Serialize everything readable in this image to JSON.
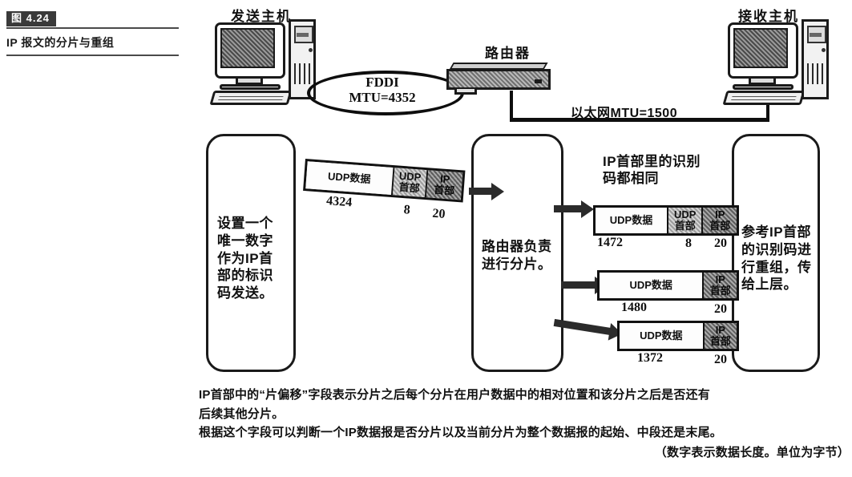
{
  "figure": {
    "badge": "图 4.24",
    "title": "IP 报文的分片与重组"
  },
  "nodes": {
    "sender_label": "发送主机",
    "router_label": "路由器",
    "receiver_label": "接收主机"
  },
  "links": {
    "fddi": "FDDI\nMTU=4352",
    "fddi_line1": "FDDI",
    "fddi_line2": "MTU=4352",
    "ethernet": "以太网MTU=1500"
  },
  "lanes": {
    "sender_note": "设置一个\n唯一数字\n作为IP首\n部的标识\n码发送。",
    "router_note": "路由器负责\n进行分片。",
    "receiver_note": "参考IP首部\n的识别码进\n行重组，传\n给上层。"
  },
  "annotation": {
    "same_id_line1": "IP首部里的识别",
    "same_id_line2": "码都相同"
  },
  "packets": {
    "original": {
      "segments": [
        {
          "label": "UDP数据",
          "size": "4324",
          "kind": "data"
        },
        {
          "label": "UDP\n首部",
          "label_line1": "UDP",
          "label_line2": "首部",
          "size": "8",
          "kind": "udp-header"
        },
        {
          "label": "IP\n首部",
          "label_line1": "IP",
          "label_line2": "首部",
          "size": "20",
          "kind": "ip-header"
        }
      ]
    },
    "fragment1": {
      "segments": [
        {
          "label": "UDP数据",
          "size": "1472",
          "kind": "data"
        },
        {
          "label": "UDP\n首部",
          "label_line1": "UDP",
          "label_line2": "首部",
          "size": "8",
          "kind": "udp-header"
        },
        {
          "label": "IP\n首部",
          "label_line1": "IP",
          "label_line2": "首部",
          "size": "20",
          "kind": "ip-header"
        }
      ]
    },
    "fragment2": {
      "segments": [
        {
          "label": "UDP数据",
          "size": "1480",
          "kind": "data"
        },
        {
          "label": "IP\n首部",
          "label_line1": "IP",
          "label_line2": "首部",
          "size": "20",
          "kind": "ip-header"
        }
      ]
    },
    "fragment3": {
      "segments": [
        {
          "label": "UDP数据",
          "size": "1372",
          "kind": "data"
        },
        {
          "label": "IP\n首部",
          "label_line1": "IP",
          "label_line2": "首部",
          "size": "20",
          "kind": "ip-header"
        }
      ]
    }
  },
  "caption": {
    "line1": "IP首部中的“片偏移”字段表示分片之后每个分片在用户数据中的相对位置和该分片之后是否还有",
    "line2": "后续其他分片。",
    "line3": "根据这个字段可以判断一个IP数据报是否分片以及当前分片为整个数据报的起始、中段还是末尾。",
    "line4": "（数字表示数据长度。单位为字节）"
  },
  "colors": {
    "ink": "#111111",
    "badge_bg": "#3a3a3a",
    "arrow": "#2b2b2b"
  }
}
